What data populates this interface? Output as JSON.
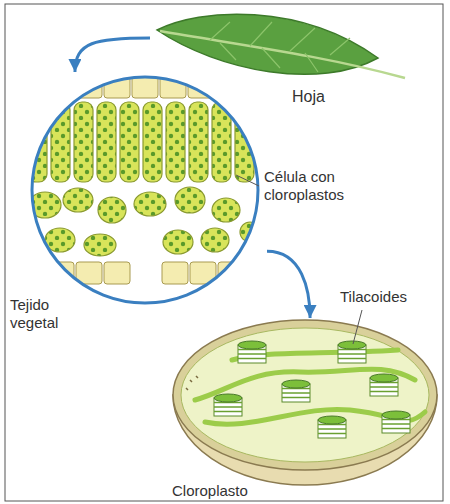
{
  "diagram": {
    "nodes": [
      {
        "text": [
          "Hoja"
        ]
      },
      {
        "text": [
          "Tejido vegetal"
        ]
      },
      {
        "text": [
          "Cloroplasto"
        ]
      }
    ],
    "edges": [
      {
        "from": 0,
        "to": 1,
        "arrow": "to"
      },
      {
        "from": 1,
        "to": 2,
        "arrow": "to"
      }
    ],
    "labels": [
      "Célula con cloroplastos",
      "Tilacoides"
    ]
  }
}
